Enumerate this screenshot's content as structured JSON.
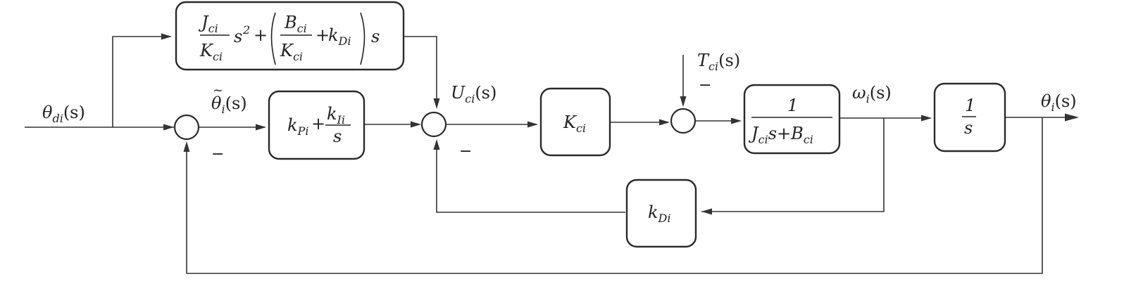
{
  "signals": {
    "input": "θdi(s)",
    "error": "θ̃i(s)",
    "control": "Uci(s)",
    "disturbance": "Tci(s)",
    "omega": "ωi(s)",
    "output": "θi(s)"
  },
  "blocks": {
    "feedforward": {
      "text": "Jci/Kci s² + (Bci/Kci + kDi) s"
    },
    "pi": {
      "text": "kPi + kIi/s"
    },
    "gain": {
      "text": "Kci"
    },
    "plant": {
      "text": "1/(Jci s + Bci)"
    },
    "integrator": {
      "text": "1/s"
    },
    "derivative": {
      "text": "kDi"
    }
  },
  "signs": {
    "error_feedback": "−",
    "velocity_feedback": "−",
    "disturbance": "−"
  }
}
